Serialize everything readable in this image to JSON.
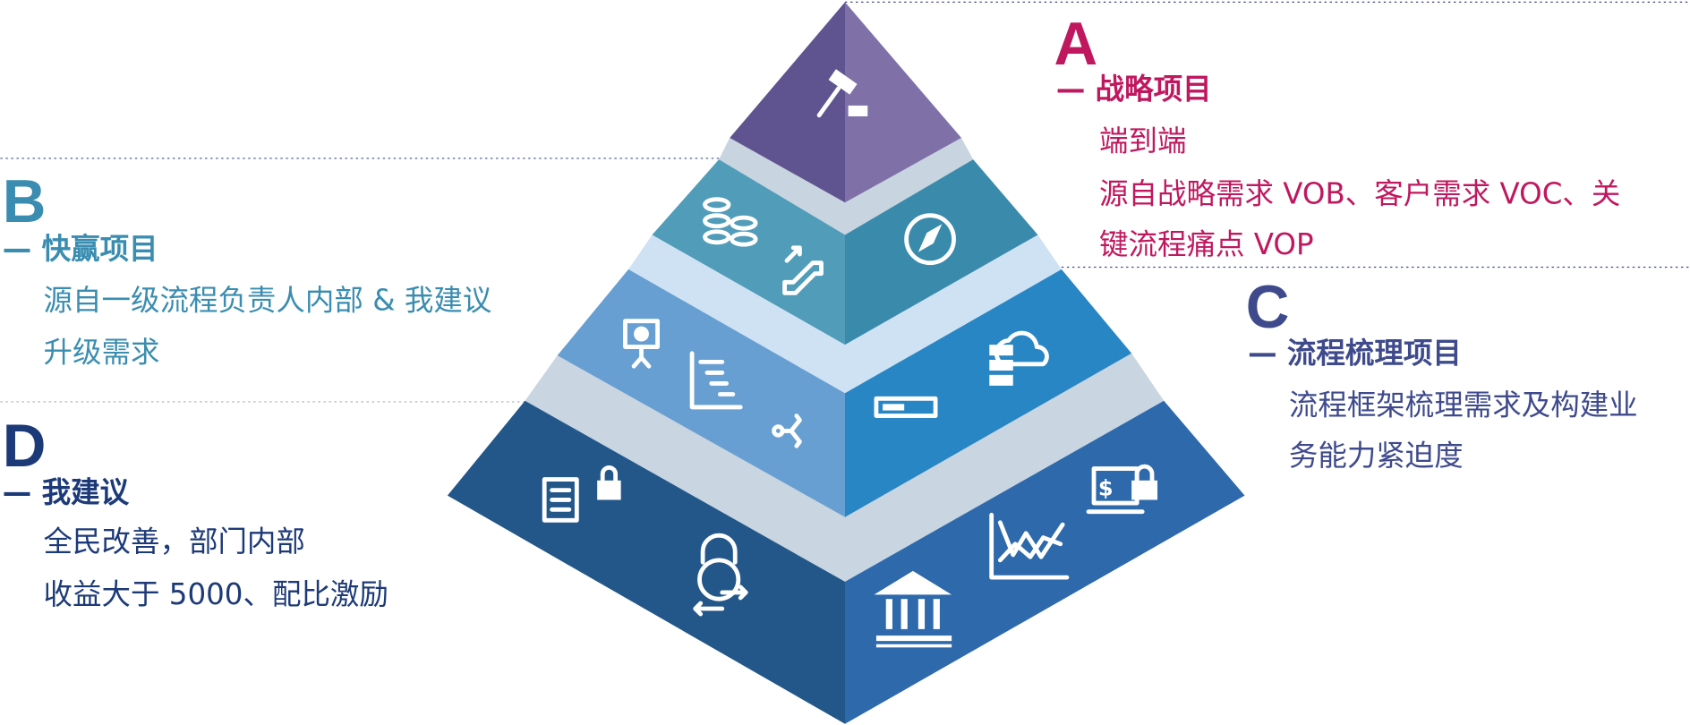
{
  "colors": {
    "a": "#c0185f",
    "b": "#3a8db0",
    "c": "#3e4a8c",
    "d": "#1d3a78"
  },
  "sections": {
    "a": {
      "letter": "A",
      "title": "— 战略项目",
      "lines": [
        "端到端",
        "源自战略需求 VOB、客户需求 VOC、关",
        "键流程痛点 VOP"
      ]
    },
    "b": {
      "letter": "B",
      "title": "— 快赢项目",
      "lines": [
        "源自一级流程负责人内部 & 我建议",
        "升级需求"
      ]
    },
    "c": {
      "letter": "C",
      "title": "— 流程梳理项目",
      "lines": [
        "流程框架梳理需求及构建业",
        "务能力紧迫度"
      ]
    },
    "d": {
      "letter": "D",
      "title": "— 我建议",
      "lines": [
        "全民改善，部门内部",
        "收益大于 5000、配比激励"
      ]
    }
  },
  "icons": [
    "gavel-icon",
    "coins-icon",
    "escalator-icon",
    "compass-icon",
    "presentation-icon",
    "gantt-icon",
    "share-icon",
    "cloud-server-icon",
    "progress-bar-icon",
    "document-lock-icon",
    "lock-exchange-icon",
    "bank-icon",
    "line-chart-icon",
    "laptop-dollar-lock-icon"
  ]
}
